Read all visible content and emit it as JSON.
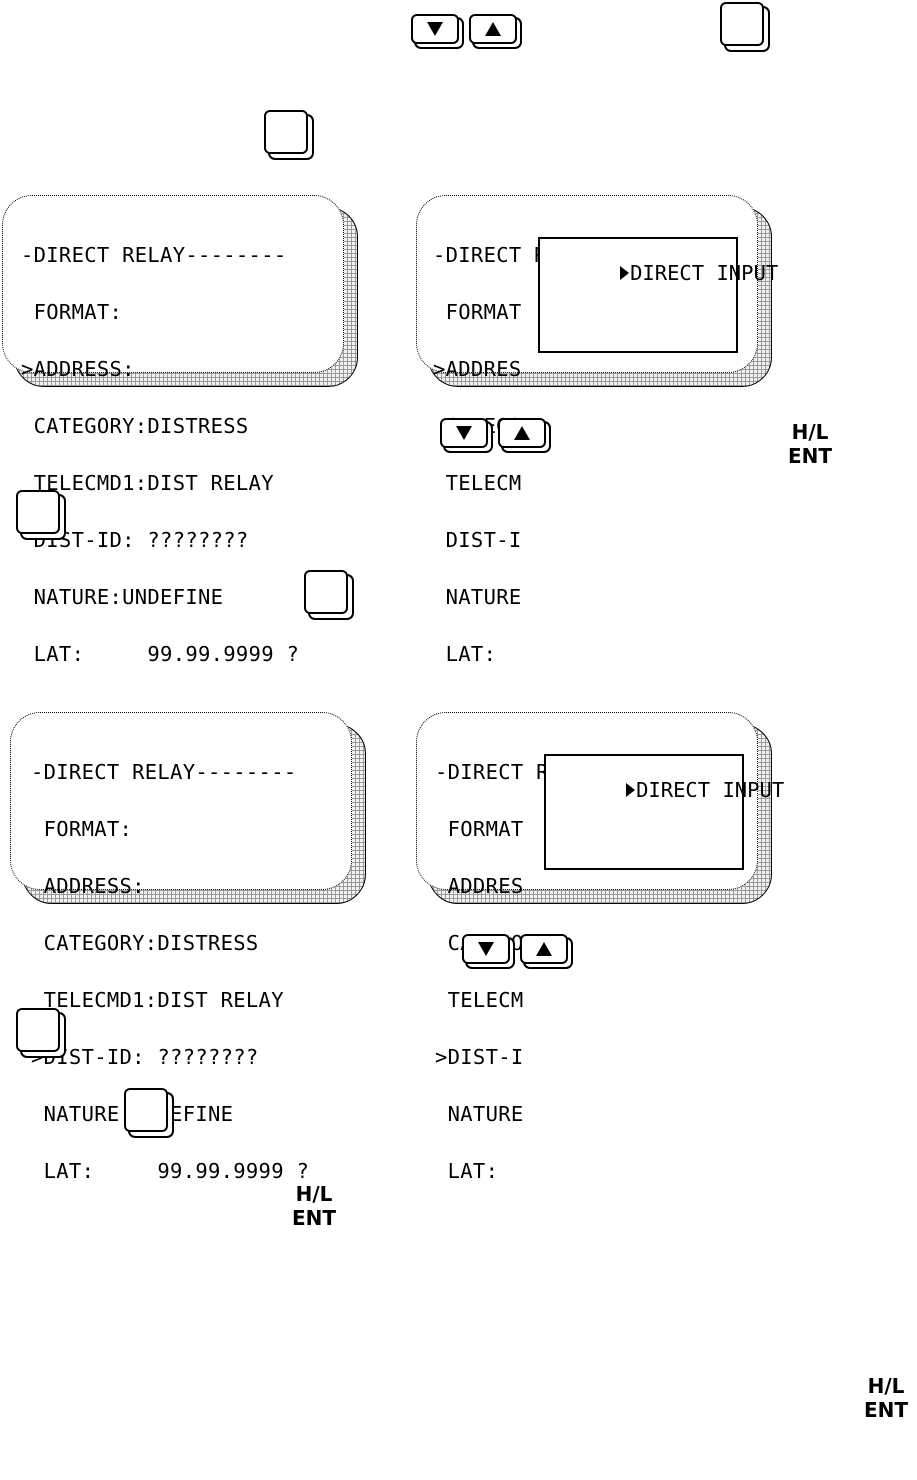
{
  "icons": {
    "down": "down-arrow-icon",
    "up": "up-arrow-icon",
    "popup_marker": "right-triangle-icon"
  },
  "keys": {
    "hl_label": "H/L",
    "ent_label": "ENT"
  },
  "screens": {
    "s1": {
      "lines": [
        "-DIRECT RELAY--------",
        " FORMAT:",
        ">ADDRESS:",
        " CATEGORY:DISTRESS",
        " TELECMD1:DIST RELAY",
        " DIST-ID: ????????",
        " NATURE:UNDEFINE",
        " LAT:     99.99.9999 ?"
      ]
    },
    "s2": {
      "lines": [
        "-DIRECT RELAY--------",
        " FORMAT",
        ">ADDRES",
        " CATEGO",
        " TELECM",
        " DIST-I",
        " NATURE",
        " LAT:"
      ],
      "popup": "DIRECT INPUT"
    },
    "s3": {
      "lines": [
        "-DIRECT RELAY--------",
        " FORMAT:",
        " ADDRESS:",
        " CATEGORY:DISTRESS",
        " TELECMD1:DIST RELAY",
        ">DIST-ID: ????????",
        " NATURE:UNDEFINE",
        " LAT:     99.99.9999 ?"
      ]
    },
    "s4": {
      "lines": [
        "-DIRECT RELAY--------",
        " FORMAT",
        " ADDRES",
        " CATEGO",
        " TELECM",
        ">DIST-I",
        " NATURE",
        " LAT:"
      ],
      "popup": "DIRECT INPUT"
    }
  }
}
